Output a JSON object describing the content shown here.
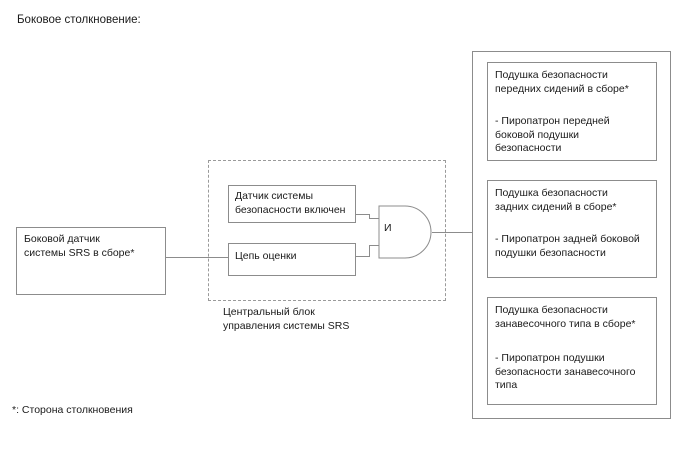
{
  "diagram": {
    "title": "Боковое столкновение:",
    "footnote": "*: Сторона столкновения",
    "input": {
      "label": "Боковой датчик\nсистемы SRS в сборе*"
    },
    "central_block": {
      "caption": "Центральный блок\nуправления системы SRS",
      "nodes": [
        {
          "label": "Датчик системы\nбезопасности включен"
        },
        {
          "label": "Цепь оценки"
        }
      ],
      "gate": {
        "type": "and-gate",
        "label": "И"
      }
    },
    "outputs": [
      {
        "title": "Подушка безопасности\nпередних сидений в сборе*",
        "detail": "- Пиропатрон передней\nбоковой подушки\nбезопасности"
      },
      {
        "title": "Подушка безопасности\nзадних сидений в сборе*",
        "detail": "- Пиропатрон задней боковой\nподушки безопасности"
      },
      {
        "title": "Подушка безопасности\nзанавесочного типа в сборе*",
        "detail": "- Пиропатрон подушки\nбезопасности занавесочного\nтипа"
      }
    ],
    "colors": {
      "line": "#8c8c8c",
      "dashed_line": "#9a9a9a",
      "text": "#1a1a1a",
      "background": "#ffffff"
    }
  }
}
